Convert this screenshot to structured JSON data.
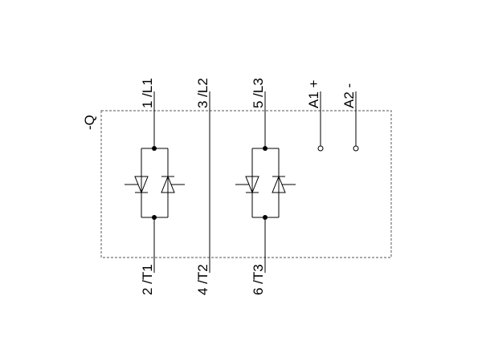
{
  "device_label": "-Q",
  "top_terminals": [
    "1 /L1",
    "3 /L2",
    "5 /L3",
    "A1 +",
    "A2 -"
  ],
  "bottom_terminals": [
    "2 /T1",
    "4 /T2",
    "6 /T3"
  ]
}
